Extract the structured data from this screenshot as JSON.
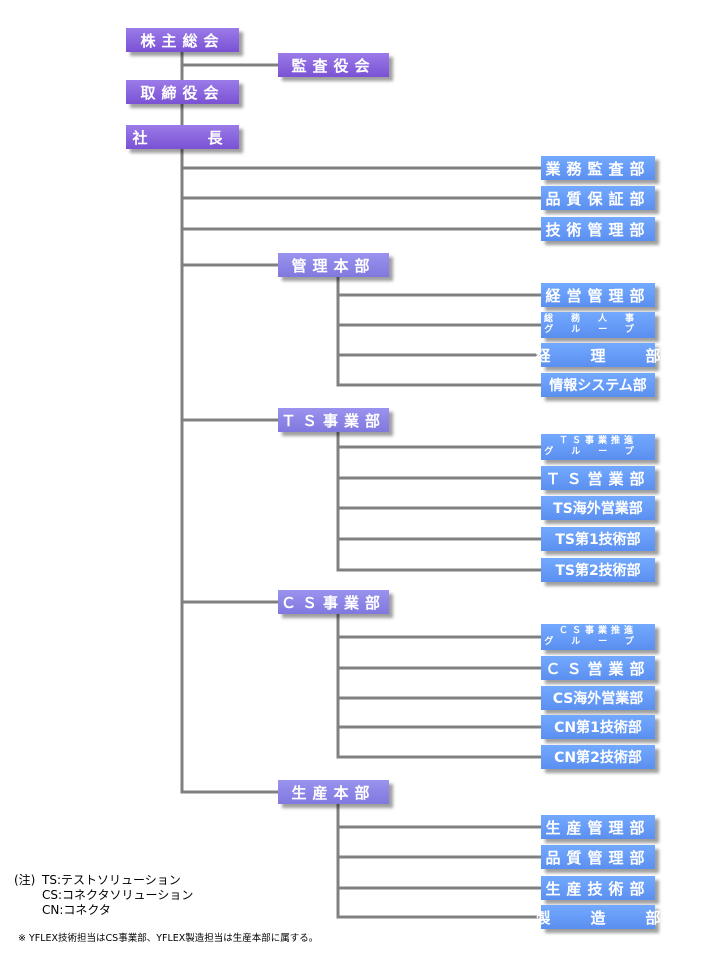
{
  "top": {
    "shareholders": "株主総会",
    "auditor": "監査役会",
    "board": "取締役会",
    "president": "社　　長"
  },
  "direct": {
    "audit": "業務監査部",
    "quality": "品質保証部",
    "tech_mgmt": "技術管理部"
  },
  "admin": {
    "head": "管理本部",
    "items": [
      "経営管理部",
      "総務人事",
      "グループ",
      "経理部",
      "情報システム部"
    ]
  },
  "ts": {
    "head": "ＴＳ事業部",
    "items": [
      "ＴＳ事業推進",
      "グループ",
      "ＴＳ営業部",
      "TS海外営業部",
      "TS第1技術部",
      "TS第2技術部"
    ]
  },
  "cs": {
    "head": "ＣＳ事業部",
    "items": [
      "ＣＳ事業推進",
      "グループ",
      "ＣＳ営業部",
      "CS海外営業部",
      "CN第1技術部",
      "CN第2技術部"
    ]
  },
  "prod": {
    "head": "生産本部",
    "items": [
      "生産管理部",
      "品質管理部",
      "生産技術部",
      "製造部"
    ]
  },
  "notes": {
    "title": "(注)",
    "ts": "TS:テストソリューション",
    "cs": "CS:コネクタソリューション",
    "cn": "CN:コネクタ",
    "footer": "※ YFLEX技術担当はCS事業部、YFLEX製造担当は生産本部に属する。"
  },
  "colors": {
    "line": "#808080",
    "top_box": "#8a65dc",
    "division_box": "#8d86e8",
    "dept_box": "#659cf8"
  }
}
